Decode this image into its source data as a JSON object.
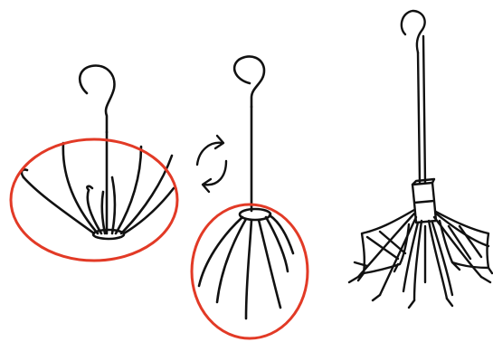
{
  "colors": {
    "background": "#ffffff",
    "ink": "#111111",
    "highlight": "#e23a26"
  },
  "figures": [
    {
      "name": "inverted-umbrella-frame",
      "icon": "hook-with-ribs",
      "highlight": "ribs-circled"
    },
    {
      "name": "rotate-arrows",
      "icon": "rotate-cycle-icon"
    },
    {
      "name": "closed-umbrella-frame",
      "icon": "hook-with-ribs",
      "highlight": "ribs-circled"
    },
    {
      "name": "umbrella-with-canopy-remnants",
      "icon": "hook-with-torn-canopy"
    }
  ]
}
